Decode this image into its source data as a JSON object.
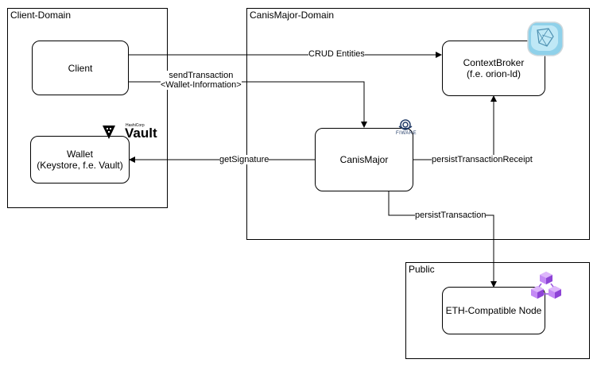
{
  "domains": {
    "client": {
      "title": "Client-Domain"
    },
    "canismajor": {
      "title": "CanisMajor-Domain"
    },
    "public": {
      "title": "Public"
    }
  },
  "nodes": {
    "client": "Client",
    "wallet": "Wallet\n(Keystore, f.e. Vault)",
    "context_broker": "ContextBroker\n(f.e. orion-ld)",
    "canismajor": "CanisMajor",
    "eth_node": "ETH-Compatible Node"
  },
  "edges": {
    "crud": "CRUD Entities",
    "send_tx": "sendTransaction\n<Wallet-Information>",
    "get_signature": "getSignature",
    "persist_receipt": "persistTransactionReceipt",
    "persist_tx": "persistTransaction"
  },
  "icons": {
    "vault": {
      "name": "vault-logo-icon",
      "small_text": "HashiCorp",
      "text": "Vault",
      "color": "#000000"
    },
    "fiware": {
      "name": "fiware-logo-icon",
      "text": "FIWARE",
      "color": "#233c68"
    },
    "context_broker": {
      "name": "context-broker-cube-icon",
      "color": "#7ecbe6"
    },
    "eth": {
      "name": "blockchain-cubes-icon",
      "color": "#a95ce8"
    }
  }
}
